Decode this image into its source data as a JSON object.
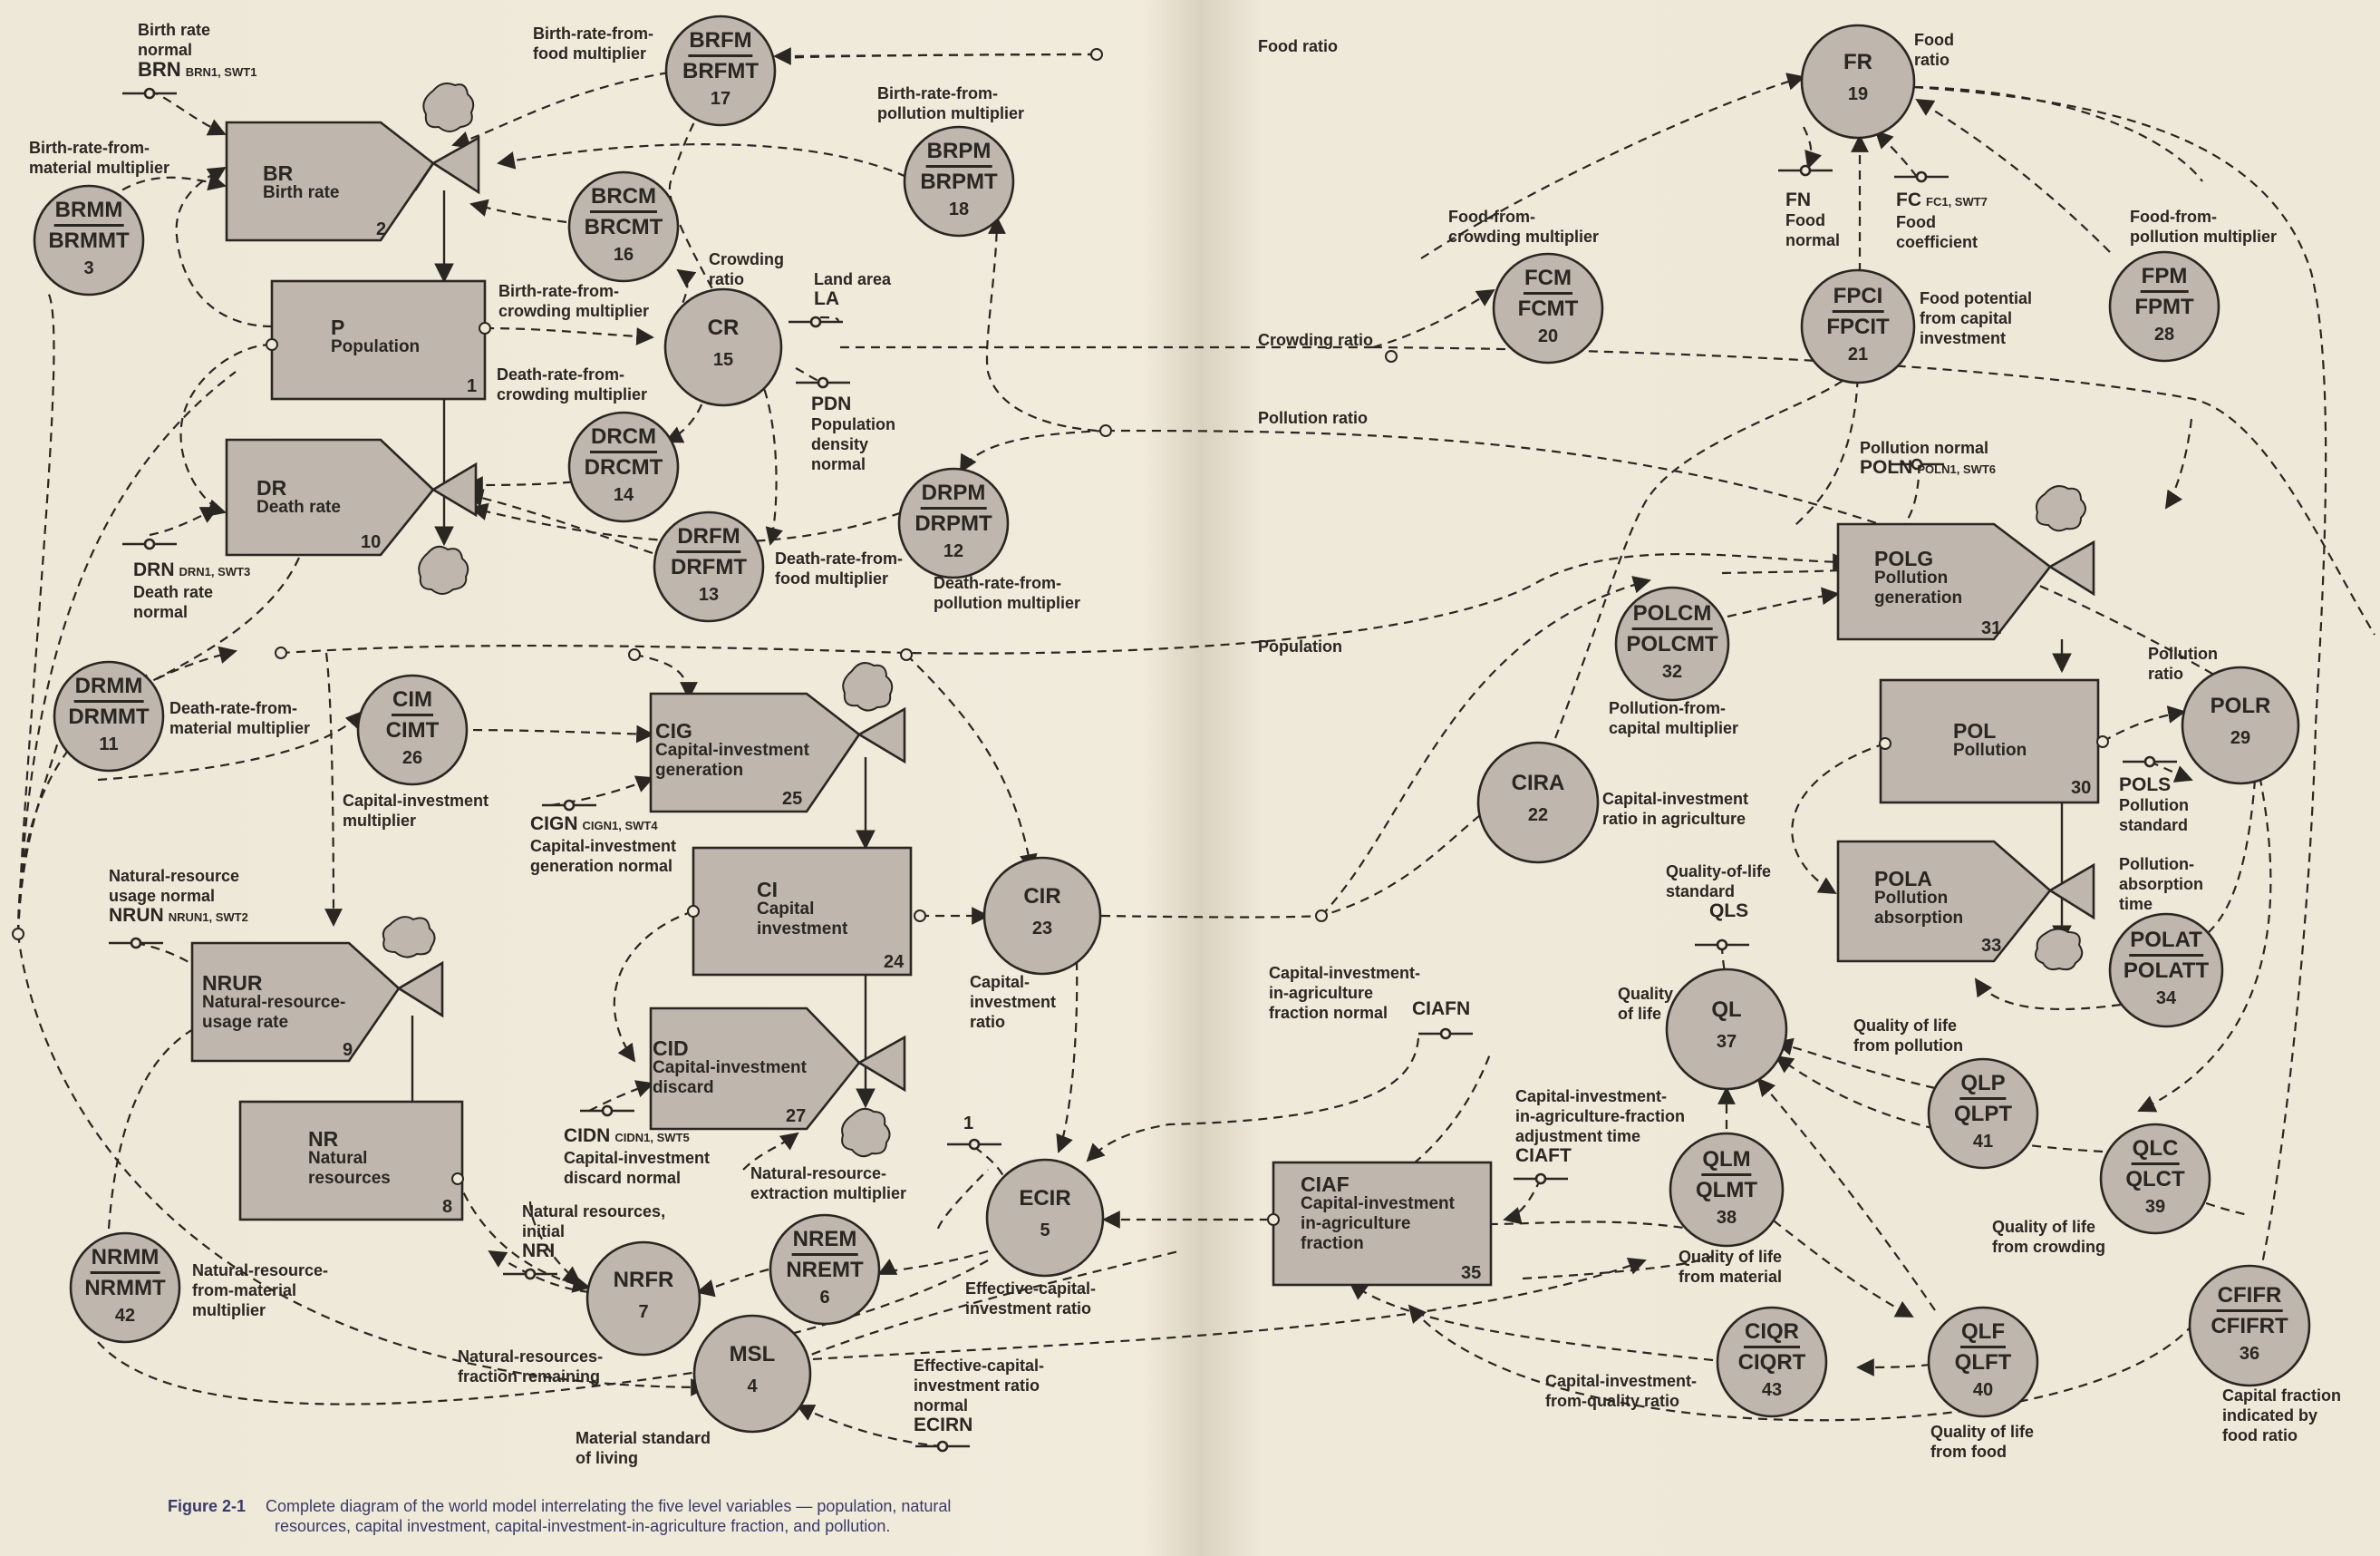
{
  "caption": {
    "figure": "Figure 2-1",
    "line1": "Complete diagram of the world model interrelating the five level variables — population, natural",
    "line2": "resources, capital investment, capital-investment-in-agriculture fraction, and pollution."
  },
  "levels": [
    {
      "code": "P",
      "name": "Population",
      "num": "1"
    },
    {
      "code": "NR",
      "name": "Natural",
      "name2": "resources",
      "num": "8"
    },
    {
      "code": "CI",
      "name": "Capital",
      "name2": "investment",
      "num": "24"
    },
    {
      "code": "CIAF",
      "name": "Capital-investment",
      "name2": "in-agriculture",
      "name3": "fraction",
      "num": "35"
    },
    {
      "code": "POL",
      "name": "Pollution",
      "num": "30"
    }
  ],
  "rates": [
    {
      "code": "BR",
      "name": "Birth rate",
      "num": "2"
    },
    {
      "code": "DR",
      "name": "Death rate",
      "num": "10"
    },
    {
      "code": "NRUR",
      "name": "Natural-resource-",
      "name2": "usage rate",
      "num": "9"
    },
    {
      "code": "CIG",
      "name": "Capital-investment",
      "name2": "generation",
      "num": "25"
    },
    {
      "code": "CID",
      "name": "Capital-investment",
      "name2": "discard",
      "num": "27"
    },
    {
      "code": "POLG",
      "name": "Pollution",
      "name2": "generation",
      "num": "31"
    },
    {
      "code": "POLA",
      "name": "Pollution",
      "name2": "absorption",
      "num": "33"
    }
  ],
  "auxiliaries": [
    {
      "top": "BRMM",
      "bottom": "BRMMT",
      "num": "3"
    },
    {
      "top": "BRFM",
      "bottom": "BRFMT",
      "num": "17"
    },
    {
      "top": "BRPM",
      "bottom": "BRPMT",
      "num": "18"
    },
    {
      "top": "BRCM",
      "bottom": "BRCMT",
      "num": "16"
    },
    {
      "top": "CR",
      "num": "15"
    },
    {
      "top": "DRCM",
      "bottom": "DRCMT",
      "num": "14"
    },
    {
      "top": "DRFM",
      "bottom": "DRFMT",
      "num": "13"
    },
    {
      "top": "DRPM",
      "bottom": "DRPMT",
      "num": "12"
    },
    {
      "top": "DRMM",
      "bottom": "DRMMT",
      "num": "11"
    },
    {
      "top": "CIM",
      "bottom": "CIMT",
      "num": "26"
    },
    {
      "top": "CIR",
      "num": "23"
    },
    {
      "top": "ECIR",
      "num": "5"
    },
    {
      "top": "NREM",
      "bottom": "NREMT",
      "num": "6"
    },
    {
      "top": "NRFR",
      "num": "7"
    },
    {
      "top": "MSL",
      "num": "4"
    },
    {
      "top": "NRMM",
      "bottom": "NRMMT",
      "num": "42"
    },
    {
      "top": "FR",
      "num": "19"
    },
    {
      "top": "FCM",
      "bottom": "FCMT",
      "num": "20"
    },
    {
      "top": "FPCI",
      "bottom": "FPCIT",
      "num": "21"
    },
    {
      "top": "FPM",
      "bottom": "FPMT",
      "num": "28"
    },
    {
      "top": "POLCM",
      "bottom": "POLCMT",
      "num": "32"
    },
    {
      "top": "CIRA",
      "num": "22"
    },
    {
      "top": "POLR",
      "num": "29"
    },
    {
      "top": "POLAT",
      "bottom": "POLATT",
      "num": "34"
    },
    {
      "top": "QL",
      "num": "37"
    },
    {
      "top": "QLP",
      "bottom": "QLPT",
      "num": "41"
    },
    {
      "top": "QLM",
      "bottom": "QLMT",
      "num": "38"
    },
    {
      "top": "QLC",
      "bottom": "QLCT",
      "num": "39"
    },
    {
      "top": "QLF",
      "bottom": "QLFT",
      "num": "40"
    },
    {
      "top": "CIQR",
      "bottom": "CIQRT",
      "num": "43"
    },
    {
      "top": "CFIFR",
      "bottom": "CFIFRT",
      "num": "36"
    }
  ],
  "labels": {
    "brn": [
      "Birth rate",
      "normal",
      "BRN",
      "BRN1, SWT1"
    ],
    "brmm": [
      "Birth-rate-from-",
      "material multiplier"
    ],
    "brfm": [
      "Birth-rate-from-",
      "food multiplier"
    ],
    "brpm": [
      "Birth-rate-from-",
      "pollution multiplier"
    ],
    "crowding_ratio": [
      "Crowding",
      "ratio"
    ],
    "la": [
      "Land area",
      "LA"
    ],
    "brcm": [
      "Birth-rate-from-",
      "crowding multiplier"
    ],
    "drcm": [
      "Death-rate-from-",
      "crowding multiplier"
    ],
    "pdn": [
      "PDN",
      "Population",
      "density",
      "normal"
    ],
    "drn": [
      "DRN",
      "DRN1, SWT3",
      "Death rate",
      "normal"
    ],
    "drfm": [
      "Death-rate-from-",
      "food multiplier"
    ],
    "drpm": [
      "Death-rate-from-",
      "pollution multiplier"
    ],
    "drmm": [
      "Death-rate-from-",
      "material multiplier"
    ],
    "cim": [
      "Capital-investment",
      "multiplier"
    ],
    "cign": [
      "CIGN",
      "CIGN1, SWT4",
      "Capital-investment",
      "generation normal"
    ],
    "nrun": [
      "Natural-resource",
      "usage normal",
      "NRUN",
      "NRUN1, SWT2"
    ],
    "cir": [
      "Capital-",
      "investment",
      "ratio"
    ],
    "one": "1",
    "cidn": [
      "CIDN",
      "CIDN1, SWT5",
      "Capital-investment",
      "discard normal"
    ],
    "nrem": [
      "Natural-resource-",
      "extraction multiplier"
    ],
    "nri": [
      "Natural resources,",
      "initial",
      "NRI"
    ],
    "nrmm": [
      "Natural-resource-",
      "from-material",
      "multiplier"
    ],
    "nrfr": [
      "Natural-resources-",
      "fraction remaining"
    ],
    "ecir": [
      "Effective-capital-",
      "investment ratio"
    ],
    "ecirn": [
      "Effective-capital-",
      "investment ratio",
      "normal",
      "ECIRN"
    ],
    "msl": [
      "Material standard",
      "of living"
    ],
    "food_ratio_line": "Food ratio",
    "crowding_ratio_line": "Crowding ratio",
    "pollution_ratio_line": "Pollution ratio",
    "population_line": "Population",
    "fr": [
      "Food",
      "ratio"
    ],
    "fn": [
      "FN",
      "Food",
      "normal"
    ],
    "fc": [
      "FC",
      "FC1, SWT7",
      "Food",
      "coefficient"
    ],
    "fcm": [
      "Food-from-",
      "crowding multiplier"
    ],
    "fpci": [
      "Food potential",
      "from capital",
      "investment"
    ],
    "fpm": [
      "Food-from-",
      "pollution multiplier"
    ],
    "poln": [
      "Pollution normal",
      "POLN",
      "POLN1, SWT6"
    ],
    "polcm": [
      "Pollution-from-",
      "capital multiplier"
    ],
    "cira": [
      "Capital-investment",
      "ratio in agriculture"
    ],
    "polr": [
      "Pollution",
      "ratio"
    ],
    "pols": [
      "POLS",
      "Pollution",
      "standard"
    ],
    "polat": [
      "Pollution-",
      "absorption",
      "time"
    ],
    "qls": [
      "Quality-of-life",
      "standard",
      "QLS"
    ],
    "ql": [
      "Quality",
      "of life"
    ],
    "qlp": [
      "Quality of life",
      "from pollution"
    ],
    "ciafn": [
      "Capital-investment-",
      "in-agriculture",
      "fraction normal",
      "CIAFN"
    ],
    "ciaft": [
      "Capital-investment-",
      "in-agriculture-fraction",
      "adjustment time",
      "CIAFT"
    ],
    "qlm": [
      "Quality of life",
      "from material"
    ],
    "qlc": [
      "Quality of life",
      "from crowding"
    ],
    "ciqr": [
      "Capital-investment-",
      "from-quality ratio"
    ],
    "qlf": [
      "Quality of life",
      "from food"
    ],
    "cfifr": [
      "Capital fraction",
      "indicated by",
      "food ratio"
    ]
  },
  "colors": {
    "node_fill": "#bfb7ad",
    "ink": "#2a2622",
    "paper": "#eee8d8"
  }
}
